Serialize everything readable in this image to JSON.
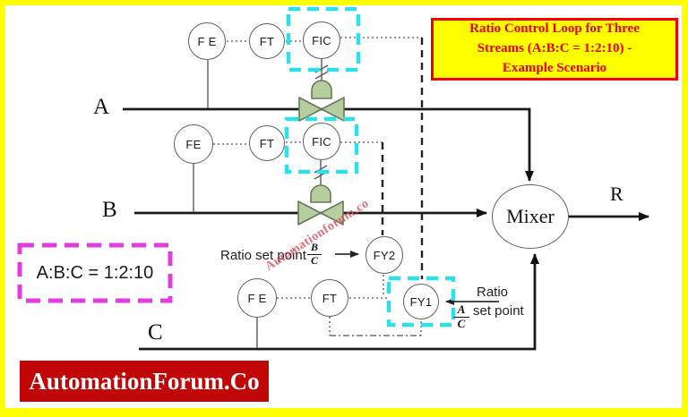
{
  "title_box": {
    "lines": [
      "Ratio Control Loop for Three",
      "Streams (A:B:C = 1:2:10) -",
      "Example Scenario"
    ]
  },
  "banner": {
    "text": "AutomationForum.Co"
  },
  "ratio_note": {
    "text": "A:B:C = 1:2:10"
  },
  "watermark": {
    "text": "Automationforum.co"
  },
  "streams": {
    "a_label": "A",
    "b_label": "B",
    "c_label": "C",
    "output_label": "R"
  },
  "mixer_label": "Mixer",
  "instruments": {
    "fe_a": "F E",
    "ft_a": "FT",
    "fic_a": "FIC",
    "fe_b": "FE",
    "ft_b": "FT",
    "fic_b": "FIC",
    "fy2": "FY2",
    "fe_c": "F E",
    "ft_c": "FT",
    "fy1": "FY1"
  },
  "setpoints": {
    "fy2": {
      "label": "Ratio set point",
      "numerator": "B",
      "denominator": "C"
    },
    "fy1": {
      "label_line1": "Ratio",
      "label_line2": "set point",
      "numerator": "A",
      "denominator": "C"
    }
  },
  "colors": {
    "frame_yellow": "#ffff00",
    "title_red": "#e80000",
    "banner_red": "#c00606",
    "highlight_cyan": "#2be0ea",
    "highlight_magenta": "#e03ce0",
    "valve_green": "#b6cd9d"
  }
}
